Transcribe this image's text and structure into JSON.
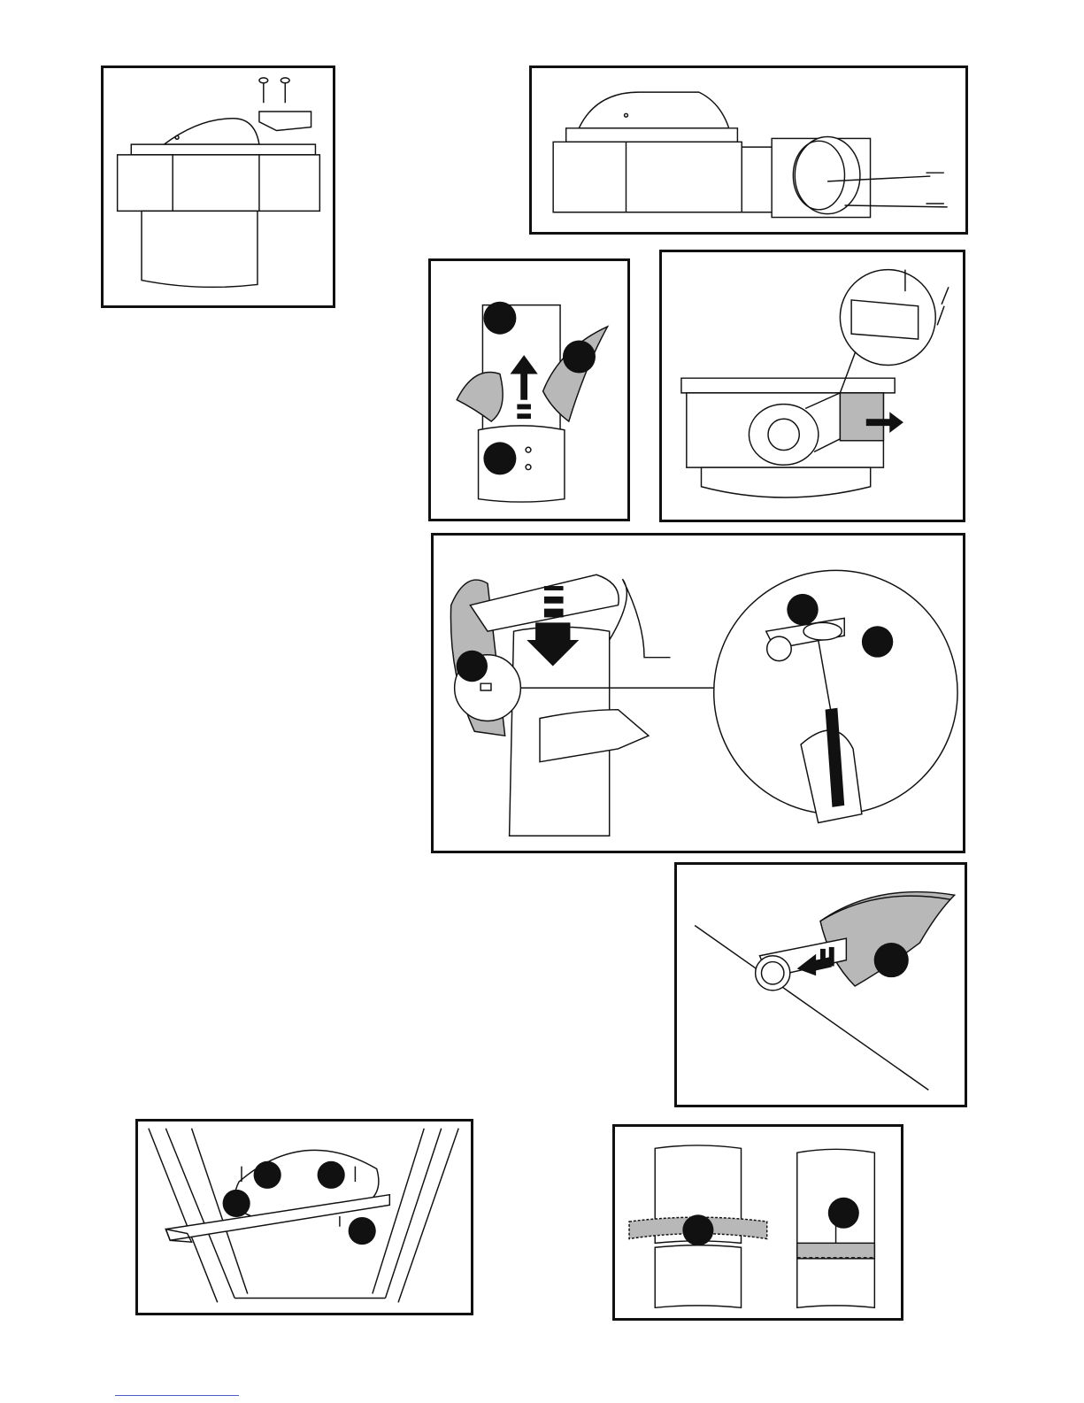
{
  "page": {
    "background": "#ffffff",
    "line_color": "#111111",
    "accent_gray": "#b8b8b8",
    "footer_link_color": "#4a5cc7"
  },
  "figures": [
    {
      "id": "fig-1",
      "depicts": "hood-top-screws-and-block"
    },
    {
      "id": "fig-2",
      "depicts": "hood-duct-connector-screws"
    },
    {
      "id": "fig-3",
      "depicts": "duct-sleeve-with-tape"
    },
    {
      "id": "fig-4",
      "depicts": "blower-box-side-outlet"
    },
    {
      "id": "fig-5",
      "depicts": "chimney-slide-down-with-screwdriver-detail"
    },
    {
      "id": "fig-6",
      "depicts": "bracket-screw-detail"
    },
    {
      "id": "fig-7",
      "depicts": "ceiling-mount-bracket"
    },
    {
      "id": "fig-8",
      "depicts": "duct-joints-sealing"
    }
  ]
}
